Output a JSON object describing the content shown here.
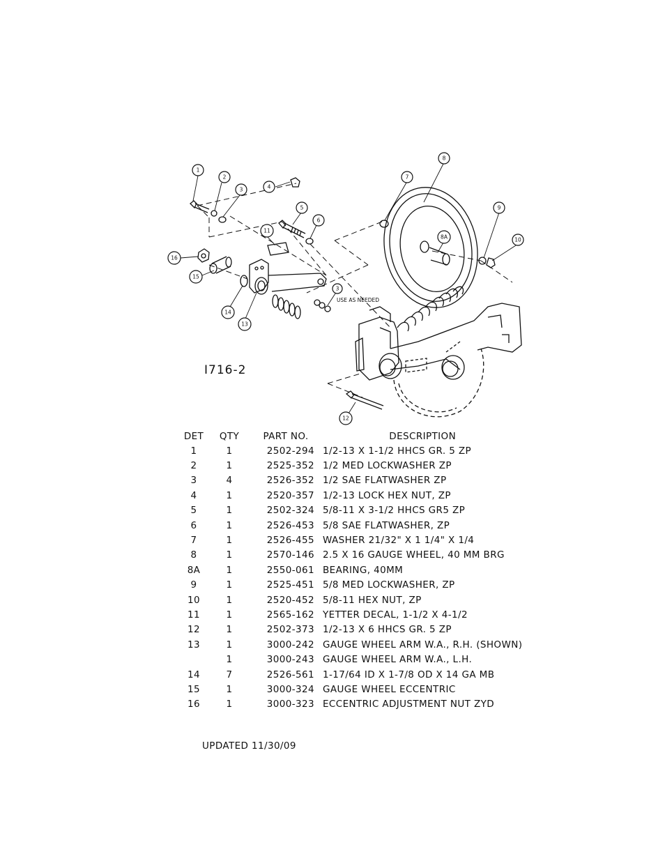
{
  "drawing": {
    "code": "I716-2",
    "note": "USE AS NEEDED",
    "callouts": [
      "1",
      "2",
      "3",
      "4",
      "5",
      "6",
      "7",
      "8",
      "8A",
      "9",
      "10",
      "11",
      "12",
      "13",
      "14",
      "15",
      "16",
      "3"
    ]
  },
  "table": {
    "headers": {
      "det": "DET",
      "qty": "QTY",
      "part": "PART NO.",
      "desc": "DESCRIPTION"
    },
    "rows": [
      {
        "det": "1",
        "qty": "1",
        "part": "2502-294",
        "desc": "1/2-13 X 1-1/2 HHCS GR. 5 ZP"
      },
      {
        "det": "2",
        "qty": "1",
        "part": "2525-352",
        "desc": "1/2 MED LOCKWASHER ZP"
      },
      {
        "det": "3",
        "qty": "4",
        "part": "2526-352",
        "desc": "1/2 SAE FLATWASHER  ZP"
      },
      {
        "det": "4",
        "qty": "1",
        "part": "2520-357",
        "desc": "1/2-13 LOCK HEX NUT, ZP"
      },
      {
        "det": "5",
        "qty": "1",
        "part": "2502-324",
        "desc": "5/8-11 X 3-1/2 HHCS GR5 ZP"
      },
      {
        "det": "6",
        "qty": "1",
        "part": "2526-453",
        "desc": "5/8 SAE FLATWASHER, ZP"
      },
      {
        "det": "7",
        "qty": "1",
        "part": "2526-455",
        "desc": "WASHER 21/32\" X 1 1/4\" X 1/4"
      },
      {
        "det": "8",
        "qty": "1",
        "part": "2570-146",
        "desc": "2.5 X 16 GAUGE WHEEL, 40 MM BRG"
      },
      {
        "det": "8A",
        "qty": "1",
        "part": "2550-061",
        "desc": "BEARING, 40MM"
      },
      {
        "det": "9",
        "qty": "1",
        "part": "2525-451",
        "desc": "5/8 MED LOCKWASHER, ZP"
      },
      {
        "det": "10",
        "qty": "1",
        "part": "2520-452",
        "desc": "5/8-11 HEX NUT, ZP"
      },
      {
        "det": "11",
        "qty": "1",
        "part": "2565-162",
        "desc": "YETTER DECAL, 1-1/2 X 4-1/2"
      },
      {
        "det": "12",
        "qty": "1",
        "part": "2502-373",
        "desc": "1/2-13 X 6 HHCS GR. 5 ZP"
      },
      {
        "det": "13",
        "qty": "1",
        "part": "3000-242",
        "desc": "GAUGE WHEEL ARM W.A., R.H. (SHOWN)"
      },
      {
        "det": "",
        "qty": "1",
        "part": "3000-243",
        "desc": "GAUGE WHEEL ARM W.A., L.H."
      },
      {
        "det": "14",
        "qty": "7",
        "part": "2526-561",
        "desc": "1-17/64 ID X 1-7/8 OD X 14 GA MB"
      },
      {
        "det": "15",
        "qty": "1",
        "part": "3000-324",
        "desc": "GAUGE WHEEL ECCENTRIC"
      },
      {
        "det": "16",
        "qty": "1",
        "part": "3000-323",
        "desc": "ECCENTRIC ADJUSTMENT NUT ZYD"
      }
    ]
  },
  "footer": {
    "updated": "UPDATED 11/30/09"
  }
}
